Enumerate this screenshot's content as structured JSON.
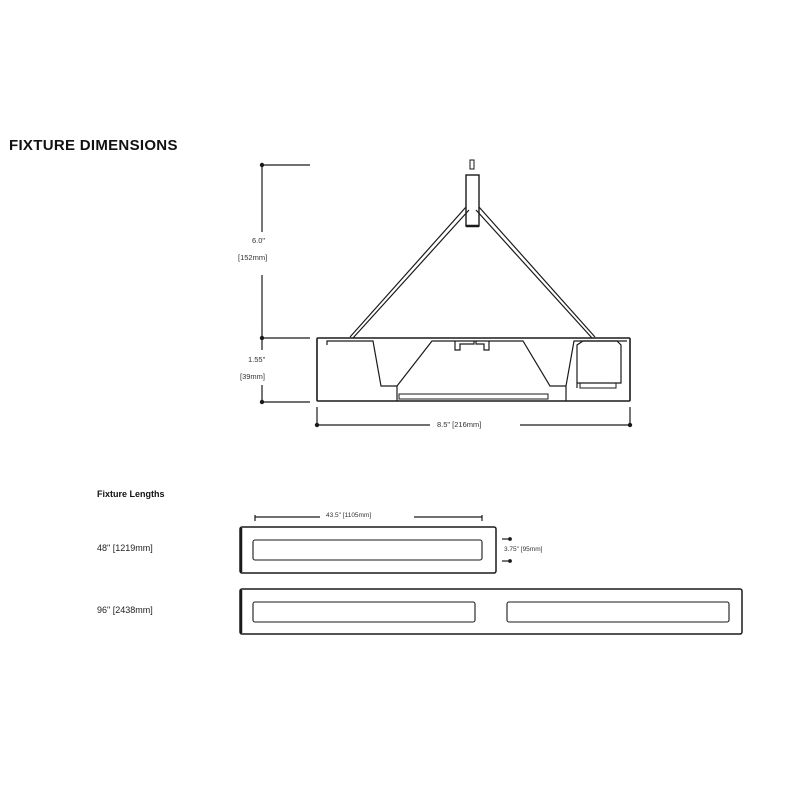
{
  "header": {
    "title": "FIXTURE DIMENSIONS"
  },
  "cross_section": {
    "height_total": {
      "inches": "6.0\"",
      "mm": "[152mm]"
    },
    "height_fixture": {
      "inches": "1.55\"",
      "mm": "[39mm]"
    },
    "width": {
      "label": "8.5\" [216mm]"
    }
  },
  "lengths": {
    "heading": "Fixture Lengths",
    "items": [
      {
        "label": "48\" [1219mm]"
      },
      {
        "label": "96\" [2438mm]"
      }
    ],
    "lens_length": "43.5\" [1105mm]",
    "width": "3.75\" [95mm]"
  },
  "colors": {
    "line": "#1a1a1a",
    "background": "#ffffff"
  }
}
